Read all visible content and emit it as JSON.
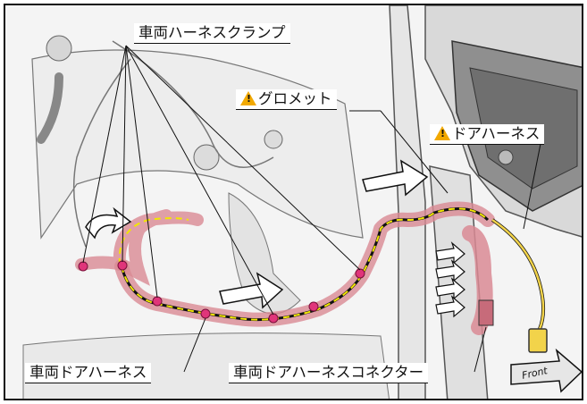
{
  "labels": {
    "vehicle_harness_clamp": "車両ハーネスクランプ",
    "grommet": "グロメット",
    "door_harness": "ドアハーネス",
    "vehicle_door_harness": "車両ドアハーネス",
    "vehicle_door_harness_connector": "車両ドアハーネスコネクター",
    "front": "Front"
  },
  "icons": [
    "warning-icon",
    "front-arrow-icon",
    "direction-arrow-icon"
  ],
  "colors": {
    "warning": "#f2a900",
    "harness_highlight": "#d98a94",
    "harness_stripe": "#f2e600",
    "clamp": "#e0357a",
    "connector": "#f2d34a"
  }
}
